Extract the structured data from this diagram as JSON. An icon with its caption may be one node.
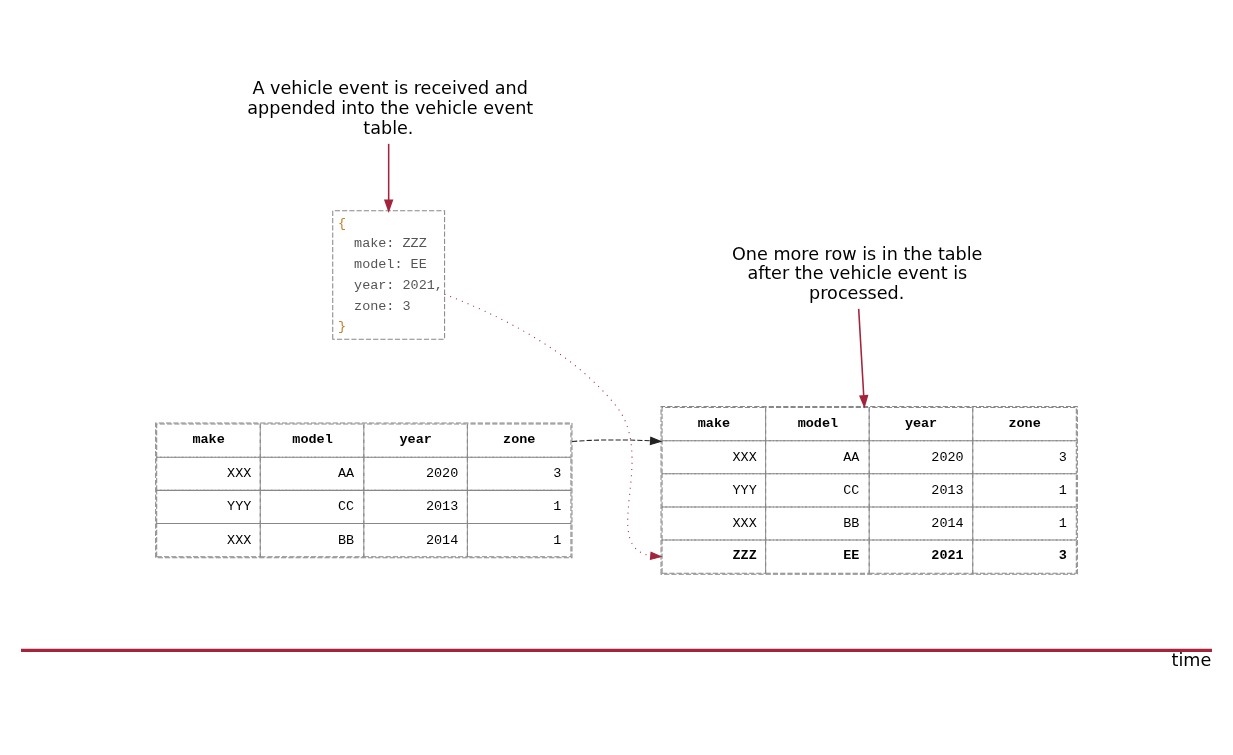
{
  "diagram": {
    "nodes": [
      {
        "text": [
          "A vehicle event is received and appended into the vehicle event table."
        ]
      },
      {
        "text": [
          "{",
          "make: ZZZ",
          "model: EE",
          "year: 2021,",
          "zone: 3",
          "}"
        ]
      },
      {
        "text": [
          "make",
          "model",
          "year",
          "zone",
          "XXX",
          "AA",
          "2020",
          "3",
          "YYY",
          "CC",
          "2013",
          "1",
          "XXX",
          "BB",
          "2014",
          "1"
        ]
      },
      {
        "text": [
          "One more row is in the table after the vehicle event is processed."
        ]
      },
      {
        "text": [
          "make",
          "model",
          "year",
          "zone",
          "XXX",
          "AA",
          "2020",
          "3",
          "YYY",
          "CC",
          "2013",
          "1",
          "XXX",
          "BB",
          "2014",
          "1",
          "ZZZ",
          "EE",
          "2021",
          "3"
        ]
      }
    ],
    "edges": [
      {
        "from": 0,
        "to": 1,
        "arrow": "to"
      },
      {
        "from": 1,
        "to": 4,
        "arrow": "to",
        "style": "dashed"
      },
      {
        "from": 2,
        "to": 4,
        "arrow": "to",
        "style": "dashed",
        "color": "#222222"
      },
      {
        "from": 3,
        "to": 4,
        "arrow": "to"
      }
    ],
    "labels": [
      "time"
    ]
  }
}
